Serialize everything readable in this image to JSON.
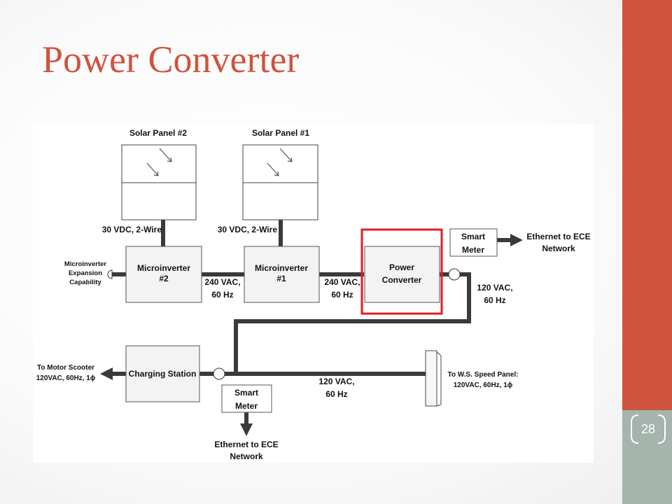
{
  "slide": {
    "title": "Power Converter",
    "page_number": "28",
    "colors": {
      "accent": "#d0533d",
      "sidebar_bottom": "#a5b4ad",
      "highlight": "#e31e24",
      "line": "#3a3a3a"
    }
  },
  "diagram": {
    "solar_panel_2": "Solar Panel #2",
    "solar_panel_1": "Solar Panel #1",
    "dc_label_2": "30 VDC, 2-Wire",
    "dc_label_1": "30 VDC, 2-Wire",
    "expansion": [
      "Microinverter",
      "Expansion",
      "Capability"
    ],
    "microinverter_2": [
      "Microinverter",
      "#2"
    ],
    "microinverter_1": [
      "Microinverter",
      "#1"
    ],
    "ac_label_a": [
      "240 VAC,",
      "60 Hz"
    ],
    "ac_label_b": [
      "240 VAC,",
      "60 Hz"
    ],
    "power_converter": [
      "Power",
      "Converter"
    ],
    "smart_meter_top": [
      "Smart",
      "Meter"
    ],
    "ethernet_top": [
      "Ethernet to ECE",
      "Network"
    ],
    "ac_label_c": [
      "120 VAC,",
      "60 Hz"
    ],
    "charging_station": "Charging Station",
    "motor_scooter": [
      "To Motor Scooter",
      "120VAC, 60Hz, 1ϕ"
    ],
    "smart_meter_bottom": [
      "Smart",
      "Meter"
    ],
    "ac_label_d": [
      "120 VAC,",
      "60 Hz"
    ],
    "ws_panel": [
      "To W.S. Speed Panel:",
      "120VAC, 60Hz, 1ϕ"
    ],
    "ethernet_bottom": [
      "Ethernet to ECE",
      "Network"
    ]
  }
}
